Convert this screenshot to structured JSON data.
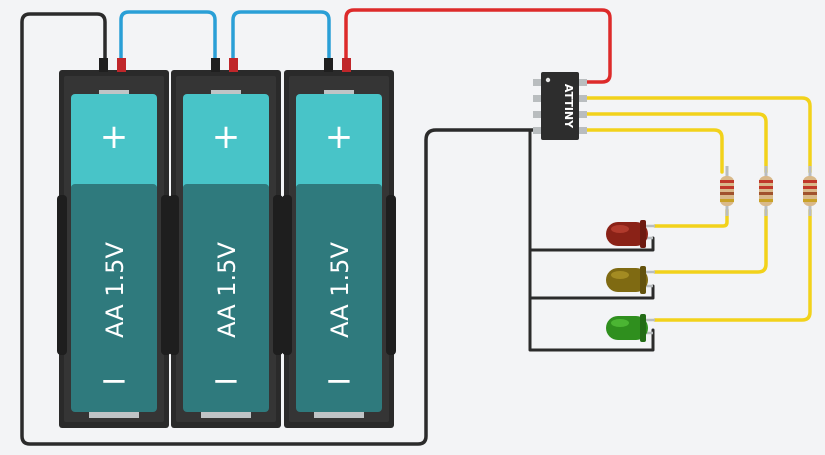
{
  "canvas": {
    "background": "#f3f4f6"
  },
  "batteries": [
    {
      "id": "battery-1",
      "label": "AA 1.5V",
      "plus": "+",
      "minus": "−"
    },
    {
      "id": "battery-2",
      "label": "AA 1.5V",
      "plus": "+",
      "minus": "−"
    },
    {
      "id": "battery-3",
      "label": "AA 1.5V",
      "plus": "+",
      "minus": "−"
    }
  ],
  "chip": {
    "label": "ATTINY",
    "color": "#2d2d2d"
  },
  "leds": [
    {
      "id": "led-red",
      "color": "red",
      "body": "#8a2217",
      "highlight": "#b13a2c"
    },
    {
      "id": "led-yellow",
      "color": "yellow",
      "body": "#7f6a12",
      "highlight": "#a38b22"
    },
    {
      "id": "led-green",
      "color": "green",
      "body": "#2f8f1e",
      "highlight": "#4bb533"
    }
  ],
  "resistors": [
    {
      "id": "resistor-1"
    },
    {
      "id": "resistor-2"
    },
    {
      "id": "resistor-3"
    }
  ],
  "colors": {
    "battery_cyan": "#48c4c8",
    "battery_teal": "#2f7a7d",
    "holder": "#2a2a2a",
    "wire_black": "#2b2b2b",
    "wire_blue": "#2a9fd6",
    "wire_red": "#dd2a2a",
    "wire_yellow": "#f2d21b"
  }
}
